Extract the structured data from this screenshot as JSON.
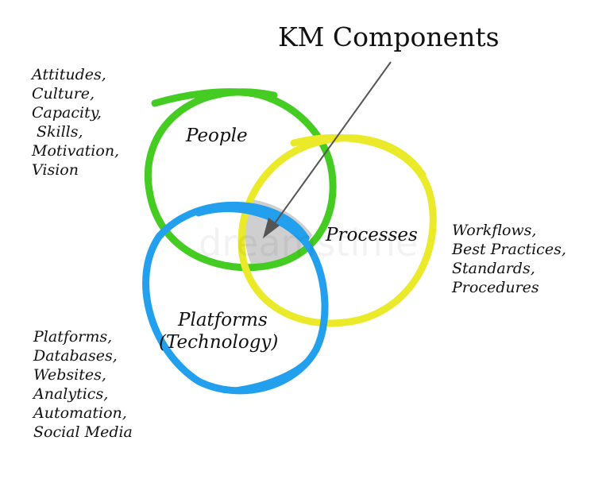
{
  "title": "KM Components",
  "circles": {
    "people": {
      "label": "People",
      "color": "#44cc22"
    },
    "processes": {
      "label": "Processes",
      "color": "#eaea2a"
    },
    "platforms": {
      "label_line1": "Platforms",
      "label_line2": "(Technology)",
      "color": "#22a0ee"
    }
  },
  "overlap_color": "#cfcfcf",
  "arrow_color": "#555555",
  "lists": {
    "people": [
      "Attitudes,",
      "Culture,",
      "Capacity,",
      "Skills,",
      "Motivation,",
      "Vision"
    ],
    "processes": [
      "Workflows,",
      "Best Practices,",
      "Standards,",
      "Procedures"
    ],
    "platforms": [
      "Platforms,",
      "Databases,",
      "Websites,",
      "Analytics,",
      "Automation,",
      "Social Media"
    ]
  },
  "watermark": "dreamstime"
}
